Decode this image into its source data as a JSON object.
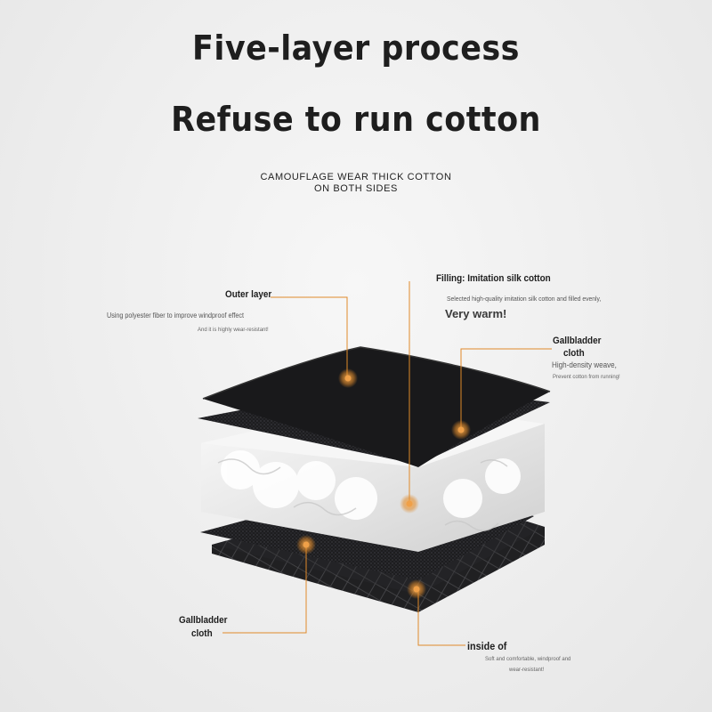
{
  "titles": {
    "line1": "Five-layer process",
    "line2": "Refuse to run cotton"
  },
  "subtitle": {
    "line1": "CAMOUFLAGE WEAR THICK COTTON",
    "line2": "ON BOTH SIDES"
  },
  "callouts": {
    "outer_layer": {
      "heading": "Outer layer",
      "desc": "Using polyester fiber to improve windproof effect",
      "note": "And it is highly wear-resistant!"
    },
    "filling": {
      "heading": "Filling: Imitation silk cotton",
      "desc": "Selected high-quality imitation silk cotton and filled evenly,",
      "emphasis": "Very warm!"
    },
    "gallbladder_top": {
      "heading_line1": "Gallbladder",
      "heading_line2": "cloth",
      "desc": "High-density weave,",
      "note": "Prevent cotton from running!"
    },
    "gallbladder_bottom": {
      "heading_line1": "Gallbladder",
      "heading_line2": "cloth"
    },
    "inside": {
      "heading": "inside of",
      "desc_line1": "Soft and comfortable, windproof and",
      "desc_line2": "wear-resistant!"
    }
  },
  "colors": {
    "accent_orange": "#e08a2a",
    "fabric_dark": "#1b1b1b",
    "background": "#ededed"
  }
}
